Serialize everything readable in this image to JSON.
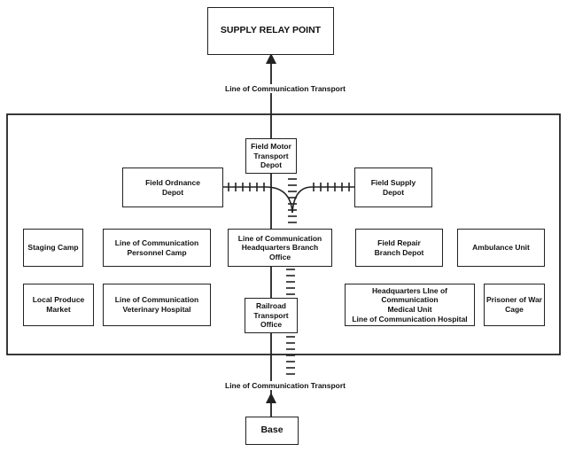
{
  "diagram": {
    "top_node": "SUPPLY RELAY POINT",
    "top_link_label": "Line of Communication Transport",
    "bottom_link_label": "Line of Communication Transport",
    "base_node": "Base",
    "nodes": {
      "field_motor": "Field Motor\nTransport Depot",
      "field_ordnance": "Field Ordnance\nDepot",
      "field_supply": "Field Supply\nDepot",
      "staging_camp": "Staging Camp",
      "loc_personnel": "Line of Communication\nPersonnel Camp",
      "loc_hq": "Line of Communication\nHeadquarters Branch Office",
      "field_repair": "Field Repair\nBranch Depot",
      "ambulance": "Ambulance Unit",
      "local_produce": "Local Produce\nMarket",
      "loc_veterinary": "Line of Communication\nVeterinary Hospital",
      "railroad": "Railroad\nTransport Office",
      "hq_medical": "Headquarters LIne of Communication\nMedical Unit\nLine of Communication Hospital",
      "prisoner": "Prisoner of War\nCage"
    }
  }
}
